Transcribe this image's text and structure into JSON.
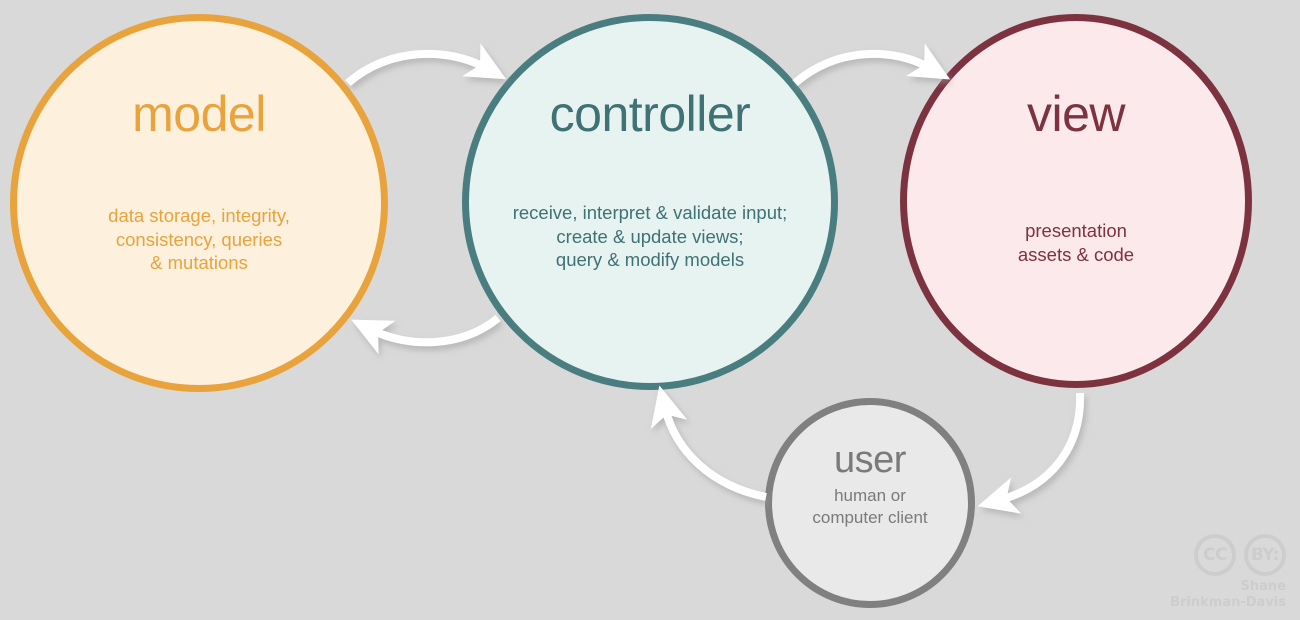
{
  "diagram": {
    "background_color": "#d9d9d9",
    "nodes": [
      {
        "id": "model",
        "title": "model",
        "description": "data storage, integrity,\nconsistency, queries\n& mutations",
        "border_color": "#e8a33d",
        "fill_color": "#fdf0dc",
        "text_color": "#e8a33d"
      },
      {
        "id": "controller",
        "title": "controller",
        "description": "receive, interpret & validate input;\ncreate & update views;\nquery & modify models",
        "border_color": "#4a7d80",
        "fill_color": "#e6f3f1",
        "text_color": "#3f7175"
      },
      {
        "id": "view",
        "title": "view",
        "description": "presentation\nassets & code",
        "border_color": "#7d3240",
        "fill_color": "#fce9ec",
        "text_color": "#7d3240"
      },
      {
        "id": "user",
        "title": "user",
        "description": "human or\ncomputer client",
        "border_color": "#808080",
        "fill_color": "#e9e9e9",
        "text_color": "#7a7a7a"
      }
    ],
    "arrows": [
      {
        "id": "model-to-controller",
        "from": "model",
        "to": "controller",
        "color": "#ffffff"
      },
      {
        "id": "controller-to-model",
        "from": "controller",
        "to": "model",
        "color": "#ffffff"
      },
      {
        "id": "controller-to-view",
        "from": "controller",
        "to": "view",
        "color": "#ffffff"
      },
      {
        "id": "view-to-user",
        "from": "view",
        "to": "user",
        "color": "#ffffff"
      },
      {
        "id": "user-to-controller",
        "from": "user",
        "to": "controller",
        "color": "#ffffff"
      }
    ]
  },
  "watermark": {
    "cc_label": "CC",
    "by_label": "BY:",
    "author_line1": "Shane",
    "author_line2": "Brinkman-Davis",
    "color": "#cdcdcd"
  }
}
